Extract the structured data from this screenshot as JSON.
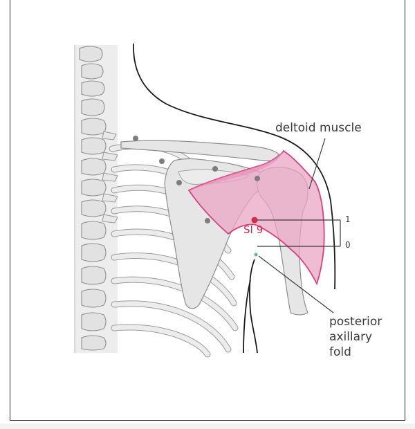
{
  "labels": {
    "deltoid": "deltoid muscle",
    "point": "SI 9",
    "posterior_line1": "posterior",
    "posterior_line2": "axillary",
    "posterior_line3": "fold"
  },
  "scale": {
    "upper": "1",
    "lower": "0"
  },
  "colors": {
    "muscle_fill": "#e9a6c4",
    "muscle_stroke": "#d6427f",
    "point": "#d62a3e",
    "bone": "#e6e6e6",
    "acupoints": "#7d7d7d"
  }
}
